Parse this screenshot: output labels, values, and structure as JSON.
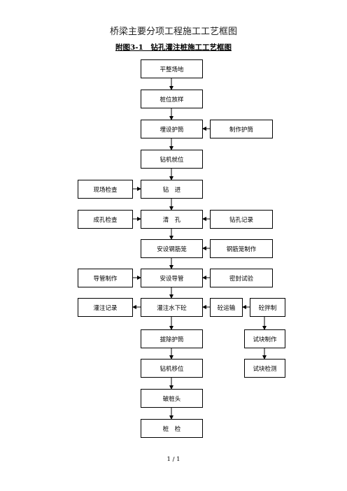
{
  "document": {
    "title": "桥梁主要分项工程施工工艺框图",
    "figure_title": "附图3-1　钻孔灌注桩施工工艺框图",
    "page_number": "1 / 1"
  },
  "flowchart": {
    "main_steps": [
      "平整场地",
      "桩位放样",
      "埋设护筒",
      "钻机就位",
      "钻　进",
      "清　孔",
      "安设钢筋笼",
      "安设导管",
      "灌注水下砼",
      "拔除护筒",
      "钻机移位",
      "破桩头",
      "桩　检"
    ],
    "left_inputs": [
      "现场检查",
      "成孔检查",
      "导管制作",
      "灌注记录"
    ],
    "right_inputs": [
      "制作护筒",
      "钻孔记录",
      "钢筋笼制作",
      "密封试验",
      "砼运输",
      "砼拌制",
      "试块制作",
      "试块检测"
    ]
  }
}
